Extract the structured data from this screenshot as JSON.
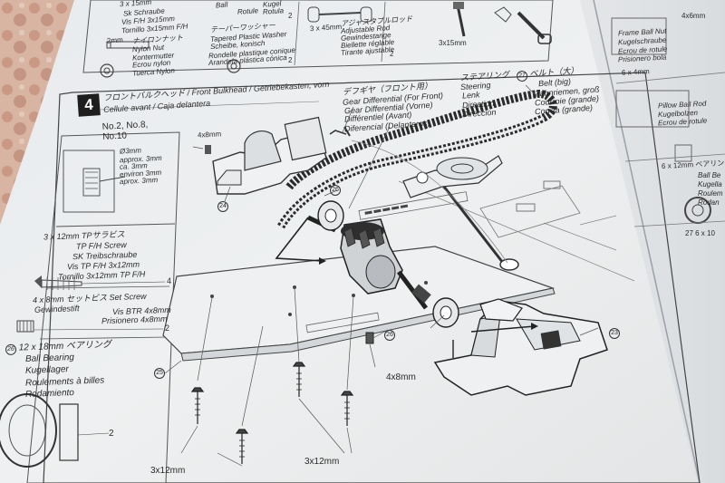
{
  "step": {
    "number": "4",
    "title": "フロントバルクヘッド / Front Bulkhead / Getriebekasten, vorn",
    "subtitle": "Cellule avant / Caja delantera",
    "parts_ref": "No.2, No.8, No.10"
  },
  "diff_label": {
    "jp": "デフギヤ（フロント用）",
    "en": "Gear Differential (For Front)",
    "de": "Gear Differential (Vorne)",
    "fr": "Différentiel (Avant)",
    "es": "Diferencial (Delanteros)"
  },
  "steering_label": {
    "jp": "ステアリング",
    "en": "Steering",
    "de": "Lenk",
    "fr": "Direction",
    "es": "Direccion"
  },
  "belt_label": {
    "num": "27",
    "jp": "ベルト（大）",
    "en": "Belt (big)",
    "de": "Zahnriemen, groß",
    "fr": "Courroie (grande)",
    "es": "Correa (grande)"
  },
  "setscrew_hint": {
    "size": "4x8mm",
    "dia": "Ø3mm",
    "approx": "approx. 3mm",
    "de": "ca. 3mm",
    "fr": "environ 3mm",
    "es": "aprox. 3mm"
  },
  "parts_list": {
    "tp_screw": {
      "head": "3 x 12mm  TPサラビス",
      "en": "TP F/H Screw",
      "de": "SK Treibschraube",
      "fr": "Vis TP F/H 3x12mm",
      "es": "Tornillo 3x12mm TP F/H",
      "qty": "4"
    },
    "set_screw": {
      "head": "4 x 8mm  セットビス  Set Screw",
      "de": "Gewindestift",
      "fr": "Vis BTR 4x8mm",
      "es": "Prisionero 4x8mm",
      "qty": "2"
    },
    "bearing": {
      "num": "26",
      "head": "12 x 18mm  ベアリング",
      "en": "Ball Bearing",
      "de": "Kugellager",
      "fr": "Roulements à billes",
      "es": "Rodamiento",
      "qty": "2"
    }
  },
  "top_strip": {
    "left": [
      "3 x 15mm",
      "Sk Schraube",
      "Vis F/H 3x15mm",
      "Tornillo 3x15mm F/H"
    ],
    "nut": [
      "ナイロンナット",
      "Nylon Nut",
      "Kontermutter",
      "Ecrou nylon",
      "Tuerca Nylon"
    ],
    "washer": [
      "テーパーワッシャー",
      "Tapered Plastic Washer",
      "Scheibe, konisch",
      "Rondelle plastique conique",
      "Arandela plástica cónica"
    ],
    "rod": [
      "アジャスタブルロッド",
      "Adjustable Rod",
      "Gewindestange",
      "Biellette réglable",
      "Tirante ajustable"
    ],
    "mid_small": [
      "Ball",
      "Rotule",
      "Kugel",
      "Rotula"
    ],
    "screw_3x15": "3x15mm",
    "size_3x45": "3 x 45mm",
    "qty_left": "2",
    "qty_mid": "2",
    "qty_right": "2",
    "size_2mm": "2mm"
  },
  "diagram_callouts": {
    "n23": "23",
    "n24": "24",
    "n25": "25",
    "n26a": "26",
    "n26b": "26",
    "screw_a": "4x8mm",
    "screw_b": "3x12mm",
    "screw_c": "3x12mm"
  },
  "right_strip": {
    "lines": [
      "Frame Ball Nut",
      "Kugelschraube",
      "Ecrou de rotule",
      "Prisionero bola",
      "4x6mm",
      "6 x 4mm",
      "Pillow Ball Rod",
      "Kugelbolzen",
      "Ecrou de rotule",
      "6 x 12mm ベアリング",
      "Ball Be",
      "Kugella",
      "Roulem",
      "Rodan",
      "27 6 x 10"
    ]
  }
}
